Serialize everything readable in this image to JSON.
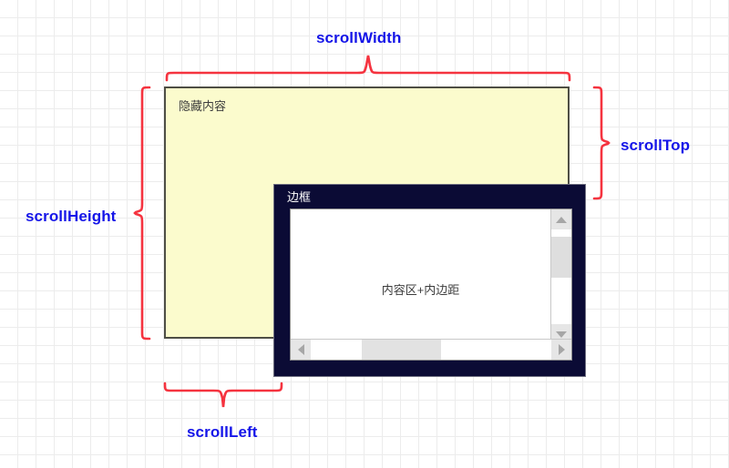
{
  "diagram": {
    "title_context": "CSS box model scroll metrics diagram",
    "background": {
      "grid_color": "#ececec",
      "page_color": "#ffffff"
    },
    "annotation_color": "#1515e8",
    "brace_color": "#f5333f",
    "annotations": [
      {
        "id": "scrollWidth",
        "label": "scrollWidth"
      },
      {
        "id": "scrollTop",
        "label": "scrollTop"
      },
      {
        "id": "scrollHeight",
        "label": "scrollHeight"
      },
      {
        "id": "scrollLeft",
        "label": "scrollLeft"
      }
    ],
    "hidden_content_box": {
      "label": "隐藏内容",
      "fill": "#fbfbcd",
      "border": "#4e4e45"
    },
    "border_box": {
      "label": "边框",
      "fill": "#0b0b35",
      "label_color": "#ffffff"
    },
    "content_box": {
      "label": "内容区+内边距",
      "fill": "#ffffff"
    },
    "scrollbars": {
      "vertical": {
        "up_arrow": "triangle-up-icon",
        "down_arrow": "triangle-down-icon",
        "thumb": "vertical-scroll-thumb"
      },
      "horizontal": {
        "left_arrow": "triangle-left-icon",
        "right_arrow": "triangle-right-icon",
        "thumb": "horizontal-scroll-thumb"
      }
    }
  }
}
